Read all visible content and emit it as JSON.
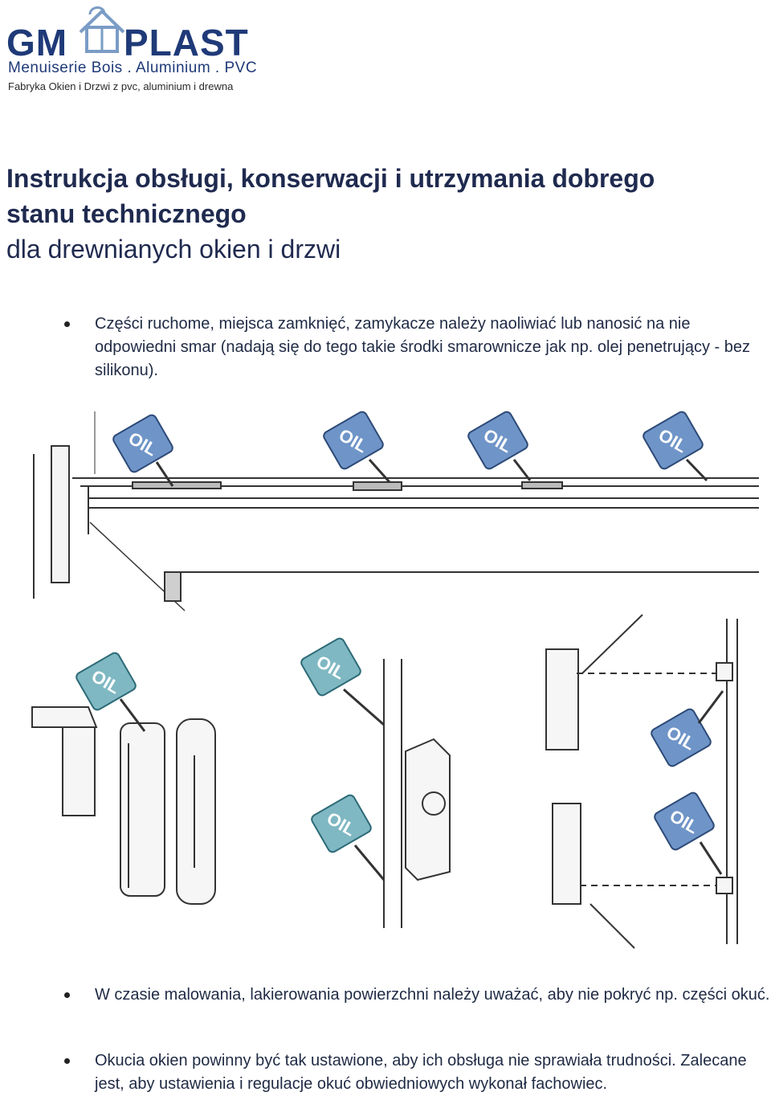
{
  "logo": {
    "brand_left": "GM",
    "brand_right": "PLAST",
    "tagline": "Menuiserie Bois . Aluminium . PVC",
    "subtitle": "Fabryka Okien i Drzwi z pvc, aluminium i drewna"
  },
  "title": {
    "line1": "Instrukcja obsługi, konserwacji i utrzymania dobrego",
    "line2": "stanu technicznego",
    "line3": "dla drewnianych okien i drzwi"
  },
  "bullets": [
    "Części ruchome, miejsca zamknięć, zamykacze należy naoliwiać lub nanosić na nie odpowiedni smar (nadają się do tego takie środki smarownicze jak np. olej penetrujący - bez silikonu).",
    "W czasie malowania, lakierowania powierzchni należy uważać, aby nie pokryć np. części okuć.",
    "Okucia okien powinny być tak ustawione, aby ich obsługa nie sprawiała trudności. Zalecane jest, aby ustawienia i regulacje okuć obwiedniowych wykonał fachowiec."
  ],
  "illustration": {
    "oil_label": "OIL",
    "colors": {
      "tag_fill": "#6f95c8",
      "tag_fill_light": "#7fb8c2",
      "line": "#3a3a3a",
      "brand": "#1f3a78"
    }
  }
}
